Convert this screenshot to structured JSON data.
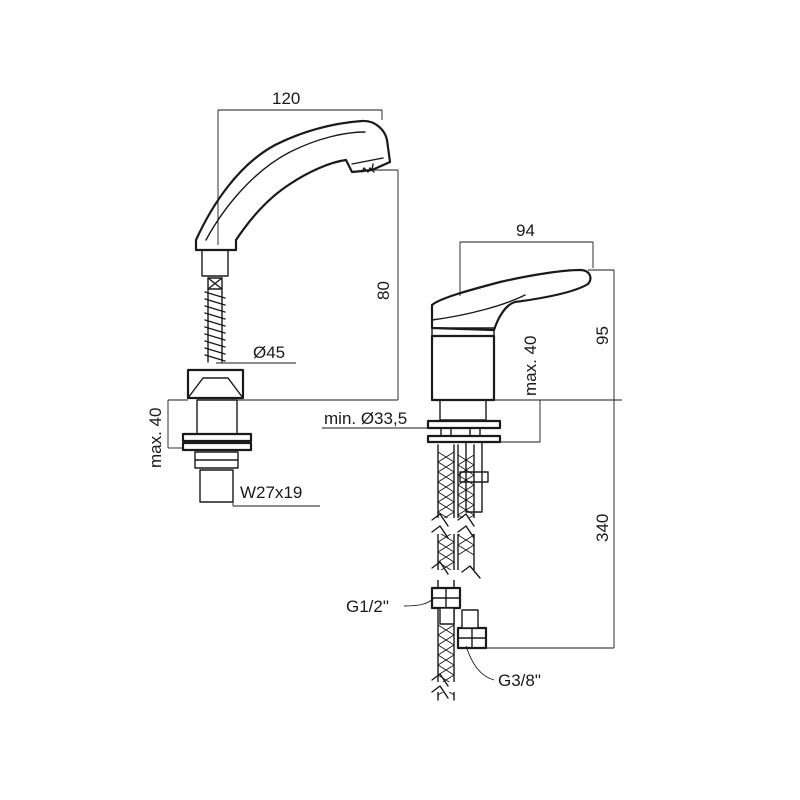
{
  "dimensions": {
    "spout_reach": "120",
    "spout_height": "80",
    "base_diameter": "Ø45",
    "max_thickness_left": "max. 40",
    "thread": "W27x19",
    "lever_length": "94",
    "total_height": "95",
    "max_thickness_right": "max. 40",
    "min_hole": "min. Ø33,5",
    "hose_length": "340",
    "connector_g12": "G1/2\"",
    "connector_g38": "G3/8\""
  },
  "colors": {
    "line": "#1a1a1a",
    "background": "#ffffff"
  }
}
